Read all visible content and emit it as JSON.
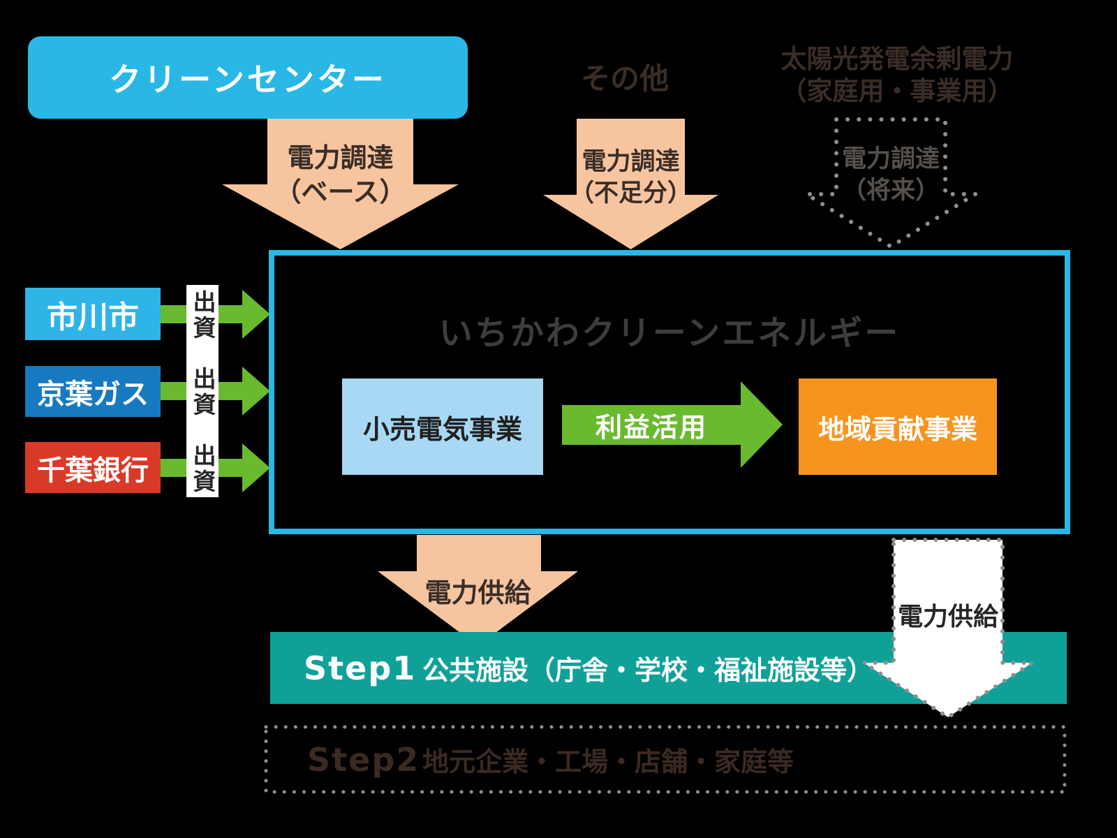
{
  "sources": {
    "clean_center": "クリーンセンター",
    "other": "その他",
    "solar_line1": "太陽光発電余剰電力",
    "solar_line2": "（家庭用・事業用）"
  },
  "arrows": {
    "base": {
      "line1": "電力調達",
      "line2": "（ベース）"
    },
    "shortage": {
      "line1": "電力調達",
      "line2": "（不足分）"
    },
    "future": {
      "line1": "電力調達",
      "line2": "（将来）"
    },
    "profit": "利益活用",
    "supply_step1": "電力供給",
    "supply_step2": "電力供給"
  },
  "company": {
    "title": "いちかわクリーンエネルギー",
    "retail_business": "小売電気事業",
    "contribution_business": "地域貢献事業"
  },
  "investors": [
    {
      "name": "市川市",
      "label": "出資",
      "color": "#2fb4e8"
    },
    {
      "name": "京葉ガス",
      "label": "出資",
      "color": "#1779bf"
    },
    {
      "name": "千葉銀行",
      "label": "出資",
      "color": "#d93a28"
    }
  ],
  "steps": [
    {
      "step": "Step1",
      "desc": "公共施設（庁舎・学校・福祉施設等）"
    },
    {
      "step": "Step2",
      "desc": "地元企業・工場・店舗・家庭等"
    }
  ],
  "colors": {
    "cyan": "#29b7e6",
    "peach_arrow": "#f6c5a0",
    "green_arrow": "#69ba2e",
    "light_blue_box": "#a8d8f4",
    "orange_box": "#f7941e",
    "teal_step1": "#0fa198",
    "dotted_gray": "#8f8f8f",
    "dark_text": "#3a2d26",
    "title_gray": "#3d3d3d",
    "background": "#000000"
  }
}
